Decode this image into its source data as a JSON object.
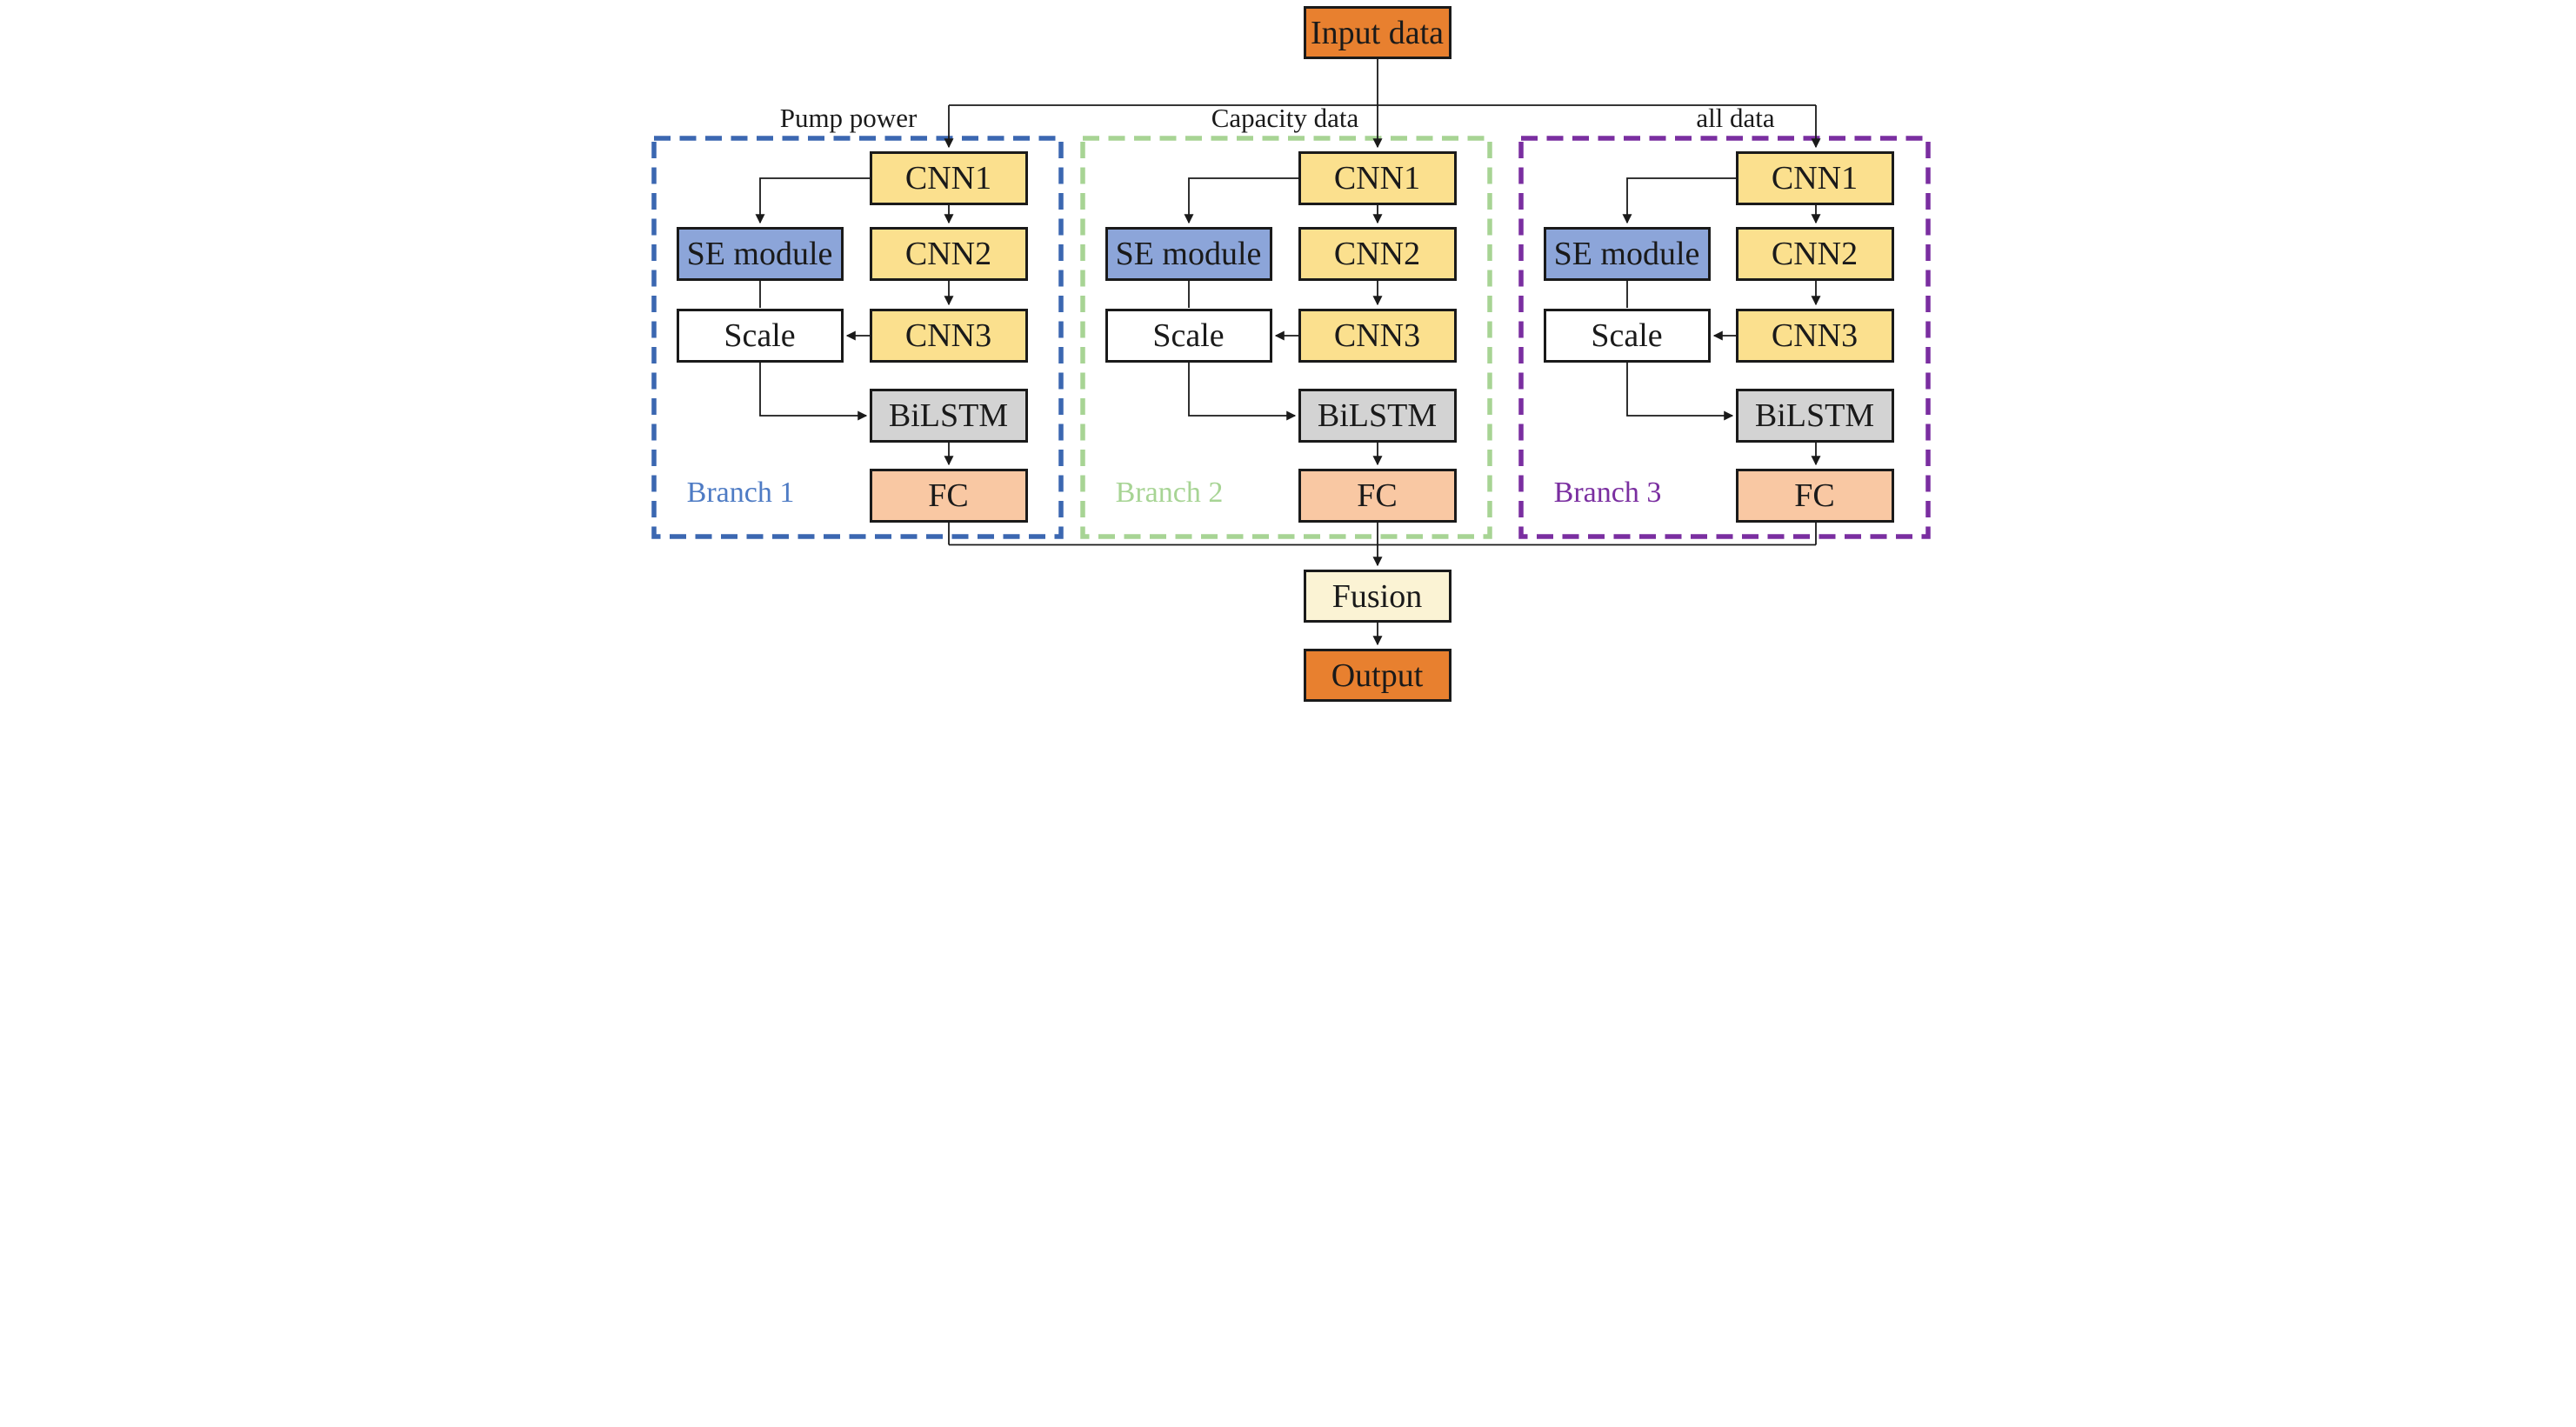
{
  "diagram": {
    "input_label": "Input data",
    "fusion_label": "Fusion",
    "output_label": "Output",
    "branches": [
      {
        "name": "Branch 1",
        "input_source": "Pump power",
        "accent_color": "#3B67B1",
        "label_color": "#4E7BC4",
        "nodes": {
          "cnn1": "CNN1",
          "cnn2": "CNN2",
          "cnn3": "CNN3",
          "se": "SE module",
          "scale": "Scale",
          "bilstm": "BiLSTM",
          "fc": "FC"
        }
      },
      {
        "name": "Branch 2",
        "input_source": "Capacity data",
        "accent_color": "#A7D494",
        "label_color": "#A7D494",
        "nodes": {
          "cnn1": "CNN1",
          "cnn2": "CNN2",
          "cnn3": "CNN3",
          "se": "SE module",
          "scale": "Scale",
          "bilstm": "BiLSTM",
          "fc": "FC"
        }
      },
      {
        "name": "Branch 3",
        "input_source": "all data",
        "accent_color": "#7A2EA0",
        "label_color": "#7A2EA0",
        "nodes": {
          "cnn1": "CNN1",
          "cnn2": "CNN2",
          "cnn3": "CNN3",
          "se": "SE module",
          "scale": "Scale",
          "bilstm": "BiLSTM",
          "fc": "FC"
        }
      }
    ],
    "colors": {
      "io_fill": "#E8802F",
      "cnn_fill": "#FBE08E",
      "se_fill": "#8CA5D9",
      "scale_fill": "#FFFFFF",
      "bilstm_fill": "#D3D3D3",
      "fc_fill": "#F9C8A3",
      "fusion_fill": "#FBF3D4",
      "line_color": "#1A1A1A"
    }
  }
}
